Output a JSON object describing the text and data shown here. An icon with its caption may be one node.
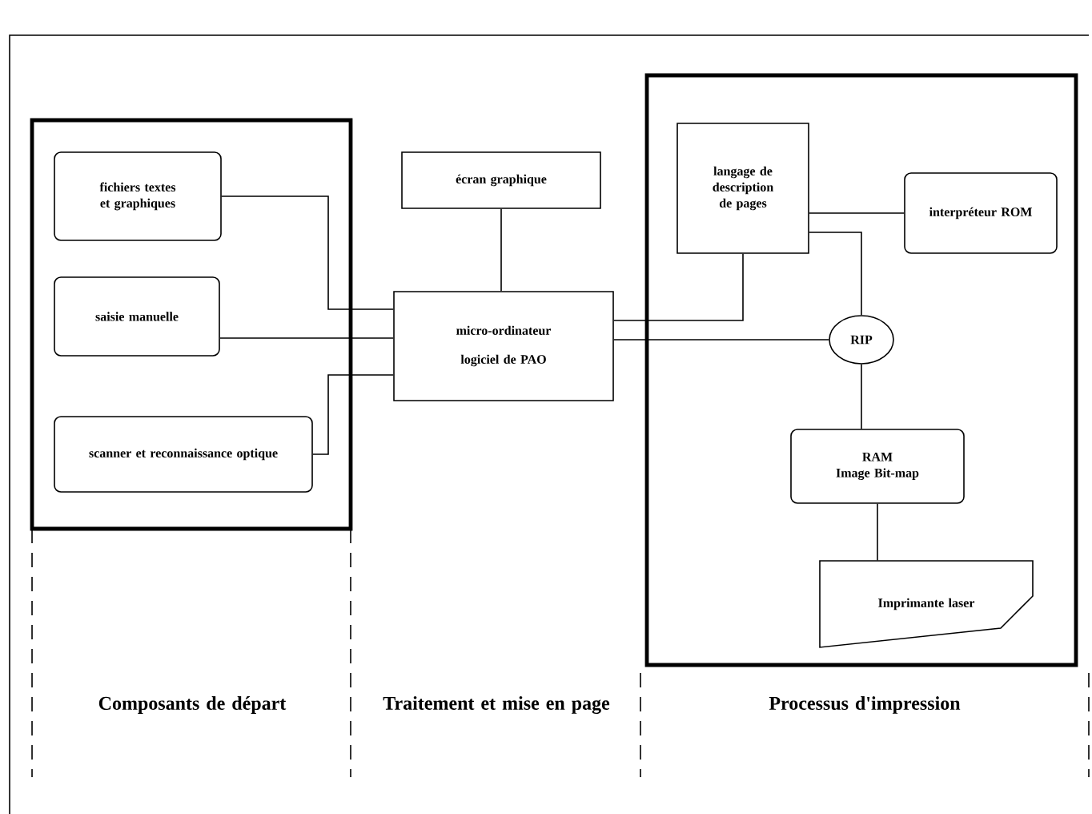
{
  "diagram": {
    "nodes": [
      {
        "text": [],
        "shape": "box"
      },
      {
        "text": [
          "fichiers textes et graphiques"
        ],
        "in": 0
      },
      {
        "text": [
          "saisie manuelle"
        ],
        "in": 0
      },
      {
        "text": [
          "scanner et reconnaissance optique"
        ],
        "in": 0
      },
      {
        "text": [
          "écran graphique"
        ]
      },
      {
        "text": [
          "micro-ordinateur",
          "logiciel de PAO"
        ]
      },
      {
        "text": [],
        "shape": "box"
      },
      {
        "text": [
          "langage de description de pages"
        ],
        "in": 6
      },
      {
        "text": [
          "interpréteur ROM"
        ],
        "in": 6
      },
      {
        "text": [
          "RIP"
        ],
        "in": 6
      },
      {
        "text": [
          "RAM",
          "Image Bit-map"
        ],
        "in": 6
      },
      {
        "text": [
          "Imprimante laser"
        ],
        "in": 6
      }
    ],
    "edges": [
      {
        "from": 1,
        "to": 5,
        "arrow": "none"
      },
      {
        "from": 2,
        "to": 5,
        "arrow": "none"
      },
      {
        "from": 3,
        "to": 5,
        "arrow": "none"
      },
      {
        "from": 4,
        "to": 5,
        "arrow": "none"
      },
      {
        "from": 5,
        "to": 7,
        "arrow": "none"
      },
      {
        "from": 5,
        "to": 9,
        "arrow": "none"
      },
      {
        "from": 7,
        "to": 8,
        "arrow": "none"
      },
      {
        "from": 7,
        "to": 9,
        "arrow": "none"
      },
      {
        "from": 9,
        "to": 10,
        "arrow": "none"
      },
      {
        "from": 10,
        "to": 11,
        "arrow": "none"
      }
    ],
    "labels": [
      "Composants de départ",
      "Traitement et mise en page",
      "Processus d'impression"
    ]
  }
}
